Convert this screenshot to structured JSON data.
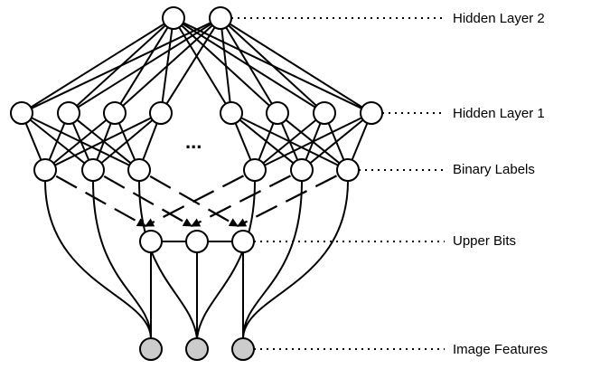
{
  "layers": {
    "hidden2": {
      "label": "Hidden Layer 2"
    },
    "hidden1": {
      "label": "Hidden Layer 1"
    },
    "binary": {
      "label": "Binary Labels"
    },
    "upper": {
      "label": "Upper Bits"
    },
    "features": {
      "label": "Image Features"
    }
  },
  "ellipsis": "...",
  "colors": {
    "node_fill": "#ffffff",
    "feature_fill": "#cccccc",
    "stroke": "#000000"
  }
}
